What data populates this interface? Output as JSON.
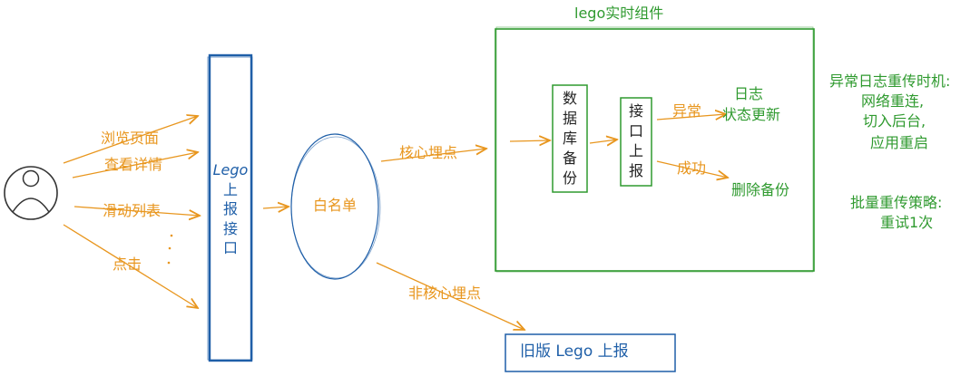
{
  "user_actions": [
    "浏览页面",
    "查看详情",
    "滑动列表",
    "点击"
  ],
  "lego_report_interface": [
    "Lego",
    "上",
    "报",
    "接",
    "口"
  ],
  "whitelist": "白名单",
  "core_point": "核心埋点",
  "non_core_point": "非核心埋点",
  "old_report": "旧版 Lego 上报",
  "realtime_component": {
    "title": "lego实时组件",
    "db_backup": [
      "数",
      "据",
      "库",
      "备",
      "份"
    ],
    "interface_report": [
      "接",
      "口",
      "上",
      "报"
    ],
    "exception": "异常",
    "exception_result": [
      "日志",
      "状态更新"
    ],
    "success": "成功",
    "success_result": "删除备份"
  },
  "retry_timing": {
    "title": "异常日志重传时机:",
    "items": [
      "网络重连,",
      "切入后台,",
      "应用重启"
    ]
  },
  "batch_retry": {
    "title": "批量重传策略:",
    "text": "重试1次"
  },
  "colors": {
    "orange": "#e8961e",
    "blue": "#1f5fa8",
    "green": "#2f9a2f",
    "dark": "#222222"
  }
}
